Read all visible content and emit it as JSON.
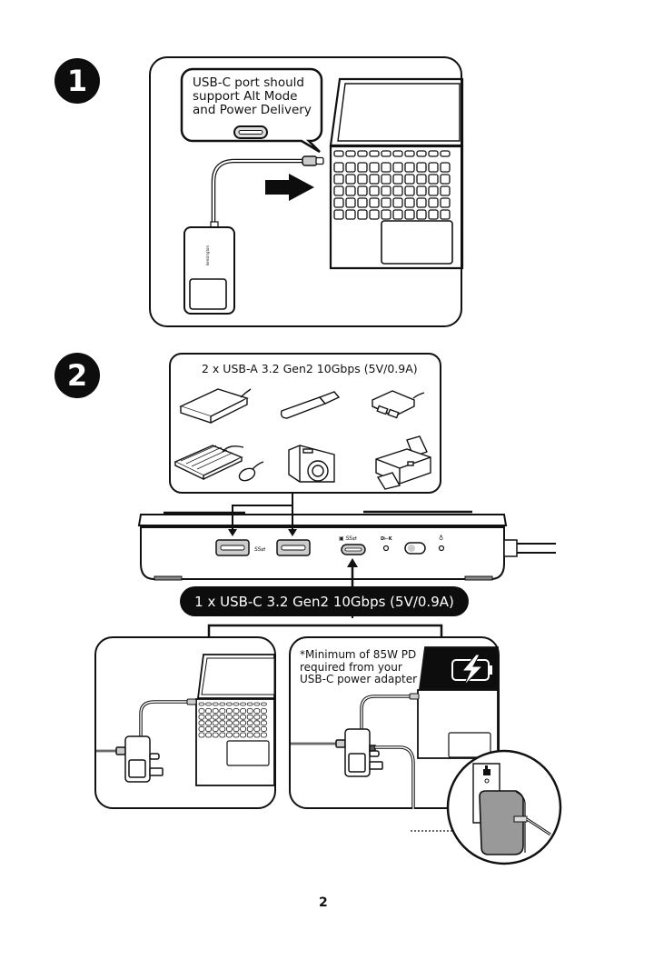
{
  "steps": [
    {
      "number": "1",
      "callout": [
        "USB-C port should",
        "support Alt Mode",
        "and Power Delivery"
      ]
    },
    {
      "number": "2",
      "usb_a_caption": "2 x USB-A 3.2 Gen2 10Gbps (5V/0.9A)",
      "usb_a_devices": [
        "external-hard-drive",
        "usb-flash-drive",
        "card-reader",
        "keyboard-and-mouse",
        "camera",
        "printer"
      ],
      "usb_c_caption": "1 x USB-C 3.2 Gen2 10Gbps (5V/0.9A)",
      "power_note": [
        "*Minimum of 85W PD",
        "required from your",
        "USB-C power adapter"
      ],
      "port_labels": {
        "superspeed": "SS⇄",
        "dp_in": "DP IN"
      }
    }
  ],
  "page_number": "2"
}
